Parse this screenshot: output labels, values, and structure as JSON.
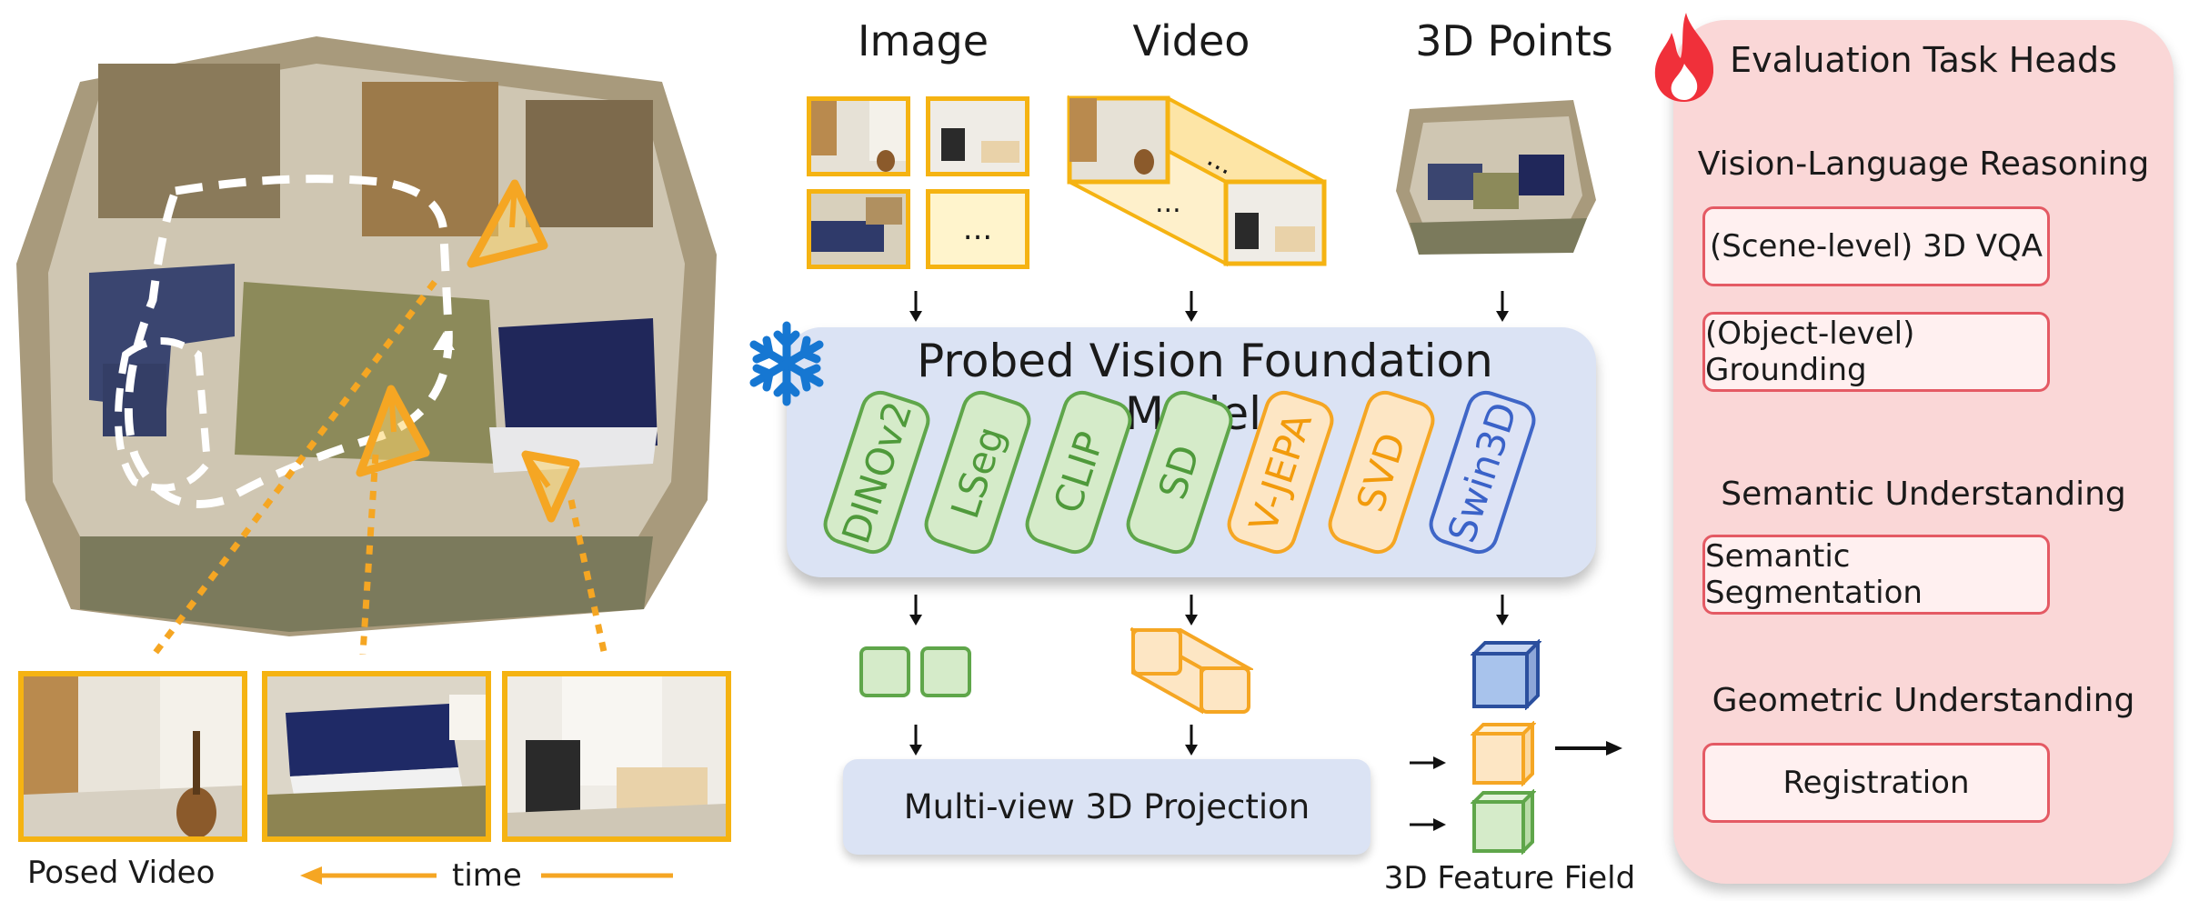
{
  "inputs": {
    "image": "Image",
    "video": "Video",
    "points": "3D Points",
    "ellipsis": "...",
    "video_ellipsis_1": "...",
    "video_ellipsis_2": "..."
  },
  "scene": {
    "posed_video_label": "Posed Video",
    "time_label": "time"
  },
  "vfm": {
    "title": "Probed Vision Foundation Models",
    "models": [
      {
        "name": "DINOv2",
        "group": "green"
      },
      {
        "name": "LSeg",
        "group": "green"
      },
      {
        "name": "CLIP",
        "group": "green"
      },
      {
        "name": "SD",
        "group": "green"
      },
      {
        "name": "V-JEPA",
        "group": "orange"
      },
      {
        "name": "SVD",
        "group": "orange"
      },
      {
        "name": "Swin3D",
        "group": "blue"
      }
    ]
  },
  "projection": {
    "label": "Multi-view 3D Projection",
    "feature_field_label": "3D Feature Field"
  },
  "task_heads": {
    "title": "Evaluation Task Heads",
    "groups": [
      {
        "title": "Vision-Language Reasoning",
        "tasks": [
          "(Scene-level) 3D VQA",
          "(Object-level) Grounding"
        ]
      },
      {
        "title": "Semantic Understanding",
        "tasks": [
          "Semantic Segmentation"
        ]
      },
      {
        "title": "Geometric Understanding",
        "tasks": [
          "Registration"
        ]
      }
    ]
  },
  "colors": {
    "accent_yellow": "#f5b312",
    "green": "#5fa64a",
    "orange": "#f5a623",
    "blue": "#3f66c7",
    "vfm_panel": "#dbe3f4",
    "task_panel": "#fad7d7",
    "task_border": "#e45a64"
  },
  "icons": {
    "frozen": "snowflake-icon",
    "trainable": "fire-icon"
  }
}
